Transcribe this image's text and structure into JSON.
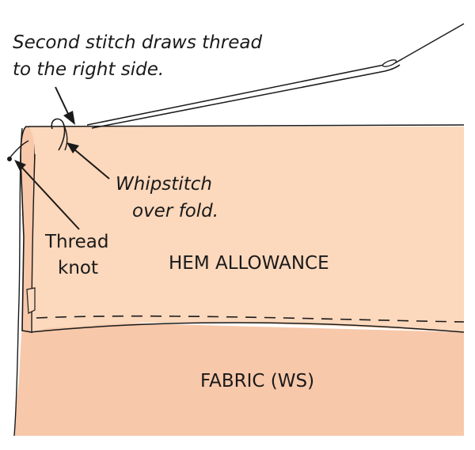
{
  "labels": {
    "second_stitch_line1": "Second stitch draws thread",
    "second_stitch_line2": "to the right side.",
    "whipstitch_line1": "Whipstitch",
    "whipstitch_line2": "over fold.",
    "thread_knot_line1": "Thread",
    "thread_knot_line2": "knot",
    "hem_allowance": "HEM ALLOWANCE",
    "fabric": "FABRIC (WS)"
  },
  "colors": {
    "hem_fill": "#fcd8bc",
    "fabric_fill": "#f8c8aa",
    "outline": "#1a1a1a",
    "background": "#ffffff"
  },
  "icons": [
    "needle-icon",
    "thread-loop-icon",
    "thread-knot-icon"
  ]
}
